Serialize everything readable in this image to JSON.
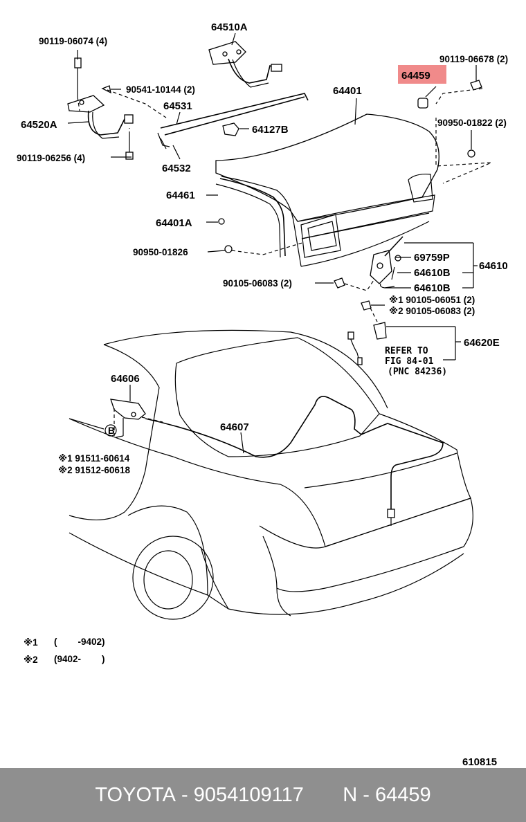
{
  "labels": {
    "p64510A": "64510A",
    "p90119_06074": "90119-06074 (4)",
    "p90541": "90541-10144 (2)",
    "p64520A": "64520A",
    "p64531": "64531",
    "p64127B": "64127B",
    "p64532": "64532",
    "p90119_06256": "90119-06256 (4)",
    "p64401": "64401",
    "p64459": "64459",
    "p90119_06678": "90119-06678 (2)",
    "p90950_01822": "90950-01822 (2)",
    "p64461": "64461",
    "p64401A": "64401A",
    "p90950_01826": "90950-01826",
    "p69759P": "69759P",
    "p64610B_1": "64610B",
    "p64610B_2": "64610B",
    "p64610": "64610",
    "p90105_06083": "90105-06083 (2)",
    "p90105_06051_note": "※1 90105-06051 (2)",
    "p90105_06083_note": "※2 90105-06083 (2)",
    "p64620E": "64620E",
    "refer_line1": "REFER TO",
    "refer_line2": "FIG 84-01",
    "refer_line3": "(PNC 84236)",
    "p64606": "64606",
    "b_mark": "B",
    "p91511_note": "※1 91511-60614",
    "p91512_note": "※2 91512-60618",
    "p64607": "64607",
    "fig_number": "610815"
  },
  "notes": [
    {
      "mark": "※1",
      "range": "(        -9402)"
    },
    {
      "mark": "※2",
      "range": "(9402-        )"
    }
  ],
  "highlight_color": "#f08a8a",
  "footer": {
    "brand": "TOYOTA",
    "sep1": " - ",
    "part_number": "9054109117",
    "gap": "       ",
    "n_label": "N",
    "sep2": " - ",
    "pnc": "64459"
  }
}
